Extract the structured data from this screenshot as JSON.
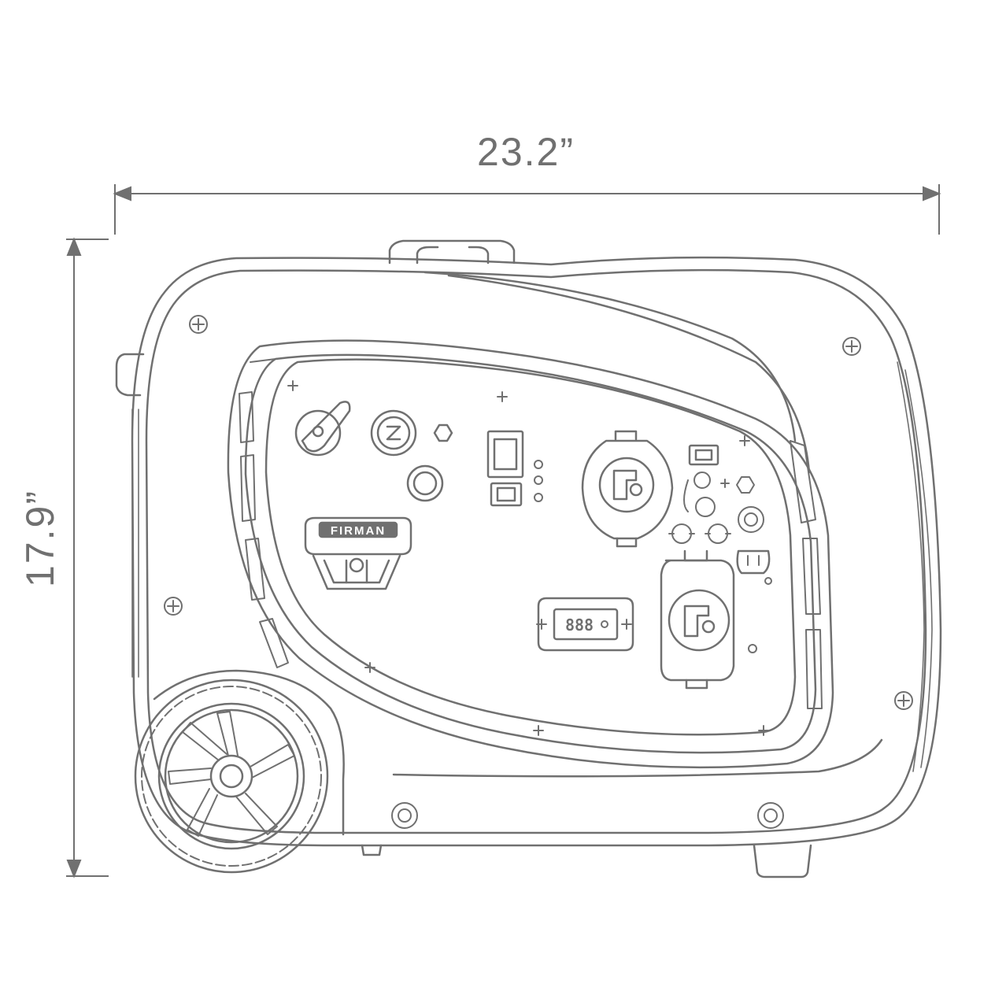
{
  "dimensions": {
    "width_label": "23.2”",
    "height_label": "17.9”"
  },
  "product": {
    "brand": "FIRMAN",
    "display_readout": "888"
  },
  "colors": {
    "line": "#707070",
    "dimension_text": "#707070",
    "background": "#ffffff"
  }
}
